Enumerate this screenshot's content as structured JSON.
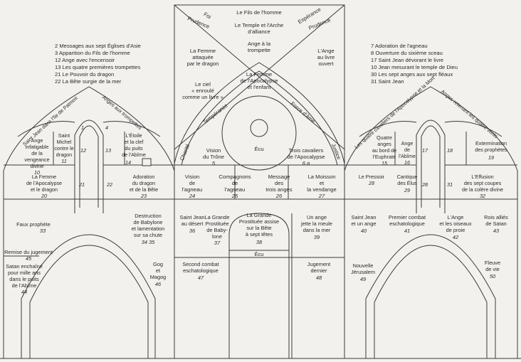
{
  "legend_left": [
    "2 Messages aux sept Églises d'Asie",
    "3 Apparition du Fils de l'homme",
    "12 Ange avec l'encensoir",
    "13 Les quatre premières trompettes",
    "21 Le Pouvoir du dragon",
    "22 La Bête surgie de la mer"
  ],
  "legend_right": [
    "7 Adoration de l'agneau",
    "8 Ouverture du sixième sceau",
    "17 Saint Jean dévorant le livre",
    "10 Jean mesurant le temple de Dieu",
    "30 Les sept anges aux sept fléaux",
    "31 Saint Jean"
  ],
  "center": {
    "top_title": "Le Fils de l'homme",
    "fol": "Foi",
    "esperance": "Espérance",
    "prudence": "Prudence",
    "prudence_r": "Prudence",
    "temple": [
      "Le Temple et l'Arche",
      "d'alliance"
    ],
    "ange_trompette": [
      "Ange à la",
      "trompette"
    ],
    "femme_dragon": [
      "La Femme",
      "attaquée",
      "par le dragon"
    ],
    "ange_livre": [
      "L'Ange",
      "au livre",
      "ouvert"
    ],
    "ciel": [
      "Le ciel",
      "« enroulé",
      "comme un livre »"
    ],
    "femme_apoc": [
      "La Femme",
      "de l'Apocalypse",
      "et l'enfant"
    ],
    "temperance": "Tempérance",
    "force": "Force d'âme",
    "charite": "Charité",
    "justice": "Justice",
    "ecu_circle": "Écu",
    "vision_trone": [
      "Vision",
      "du Trône",
      "5"
    ],
    "trois_cavaliers": [
      "Trois cavaliers",
      "de l'Apocalypse",
      "6 a"
    ]
  },
  "left_window": {
    "arc_left": "Saint Jean dans l'île de Patmos",
    "arc_right": "Anges aux trompettes",
    "num_1": "1",
    "num_4": "4",
    "ange_vengeance": [
      "Ange",
      "infatigable",
      "de la",
      "vengeance",
      "divine",
      "10"
    ],
    "saint_michel": [
      "Saint",
      "Michel",
      "contre le",
      "dragon",
      "11"
    ],
    "etoile": [
      "L'Étoile",
      "et la clef",
      "du puits",
      "de l'Abîme",
      "14"
    ],
    "num_12": "12",
    "num_13": "13",
    "num_21": "21",
    "num_22": "22",
    "femme_apoc_dragon": [
      "La Femme",
      "de l'Apocalypse",
      "et le dragon",
      "20"
    ],
    "adoration_dragon": [
      "Adoration",
      "du dragon",
      "et de la Bête",
      "23"
    ]
  },
  "right_window": {
    "arc_left": "Les quatre cavaliers de l'Apocalypse et la Mort",
    "arc_right": "Anges retenant les quatre vents",
    "quatre_anges": [
      "Quatre",
      "anges",
      "au bord de",
      "l'Euphrate",
      "15"
    ],
    "ange_abime": [
      "Ange",
      "de",
      "l'Abîme",
      "16"
    ],
    "extermination": [
      "Extermination",
      "des prophètes",
      "19"
    ],
    "num_17": "17",
    "num_18": "18",
    "num_28": "28",
    "num_31": "31",
    "pressoir": [
      "Le Pressoir",
      "28"
    ],
    "cantique": [
      "Cantique",
      "des Élus",
      "29"
    ],
    "effusion": [
      "L'Effusion",
      "des sept coupes",
      "de la colère divine",
      "32"
    ]
  },
  "mid_row": {
    "vision_agneau": [
      "Vision",
      "de",
      "l'agneau",
      "24"
    ],
    "compagnons": [
      "Compagnons",
      "de",
      "l'agneau",
      "25"
    ],
    "message": [
      "Message",
      "des",
      "trois anges",
      "26"
    ],
    "moisson": [
      "La Moisson",
      "et",
      "la vendange",
      "27"
    ]
  },
  "lower_center": {
    "saint_jean_desert": [
      "Saint Jean",
      "au désert",
      "36"
    ],
    "grande_prostituee_babylone": [
      "La Grande",
      "Prostituée",
      "de Baby-",
      "lone",
      "37"
    ],
    "grande_prostituee_bete": [
      "La Grande",
      "Prostituée assise",
      "sur la Bête",
      "à sept têtes",
      "38"
    ],
    "ange_meule": [
      "Un ange",
      "jette la meule",
      "dans la mer",
      "39"
    ],
    "ecu_lower": "Écu",
    "second_combat": [
      "Second combat",
      "eschatologique",
      "47"
    ],
    "jugement": [
      "Jugement",
      "dernier",
      "48"
    ]
  },
  "left_lower": {
    "faux_prophete": [
      "Faux prophète",
      "33"
    ],
    "destruction": [
      "Destruction",
      "de Babylone",
      "et lamentation",
      "sur sa chute",
      "34  35"
    ],
    "remise": [
      "Remise du jugement",
      "45"
    ],
    "satan_enchaine": [
      "Satan enchaîné",
      "pour mille ans",
      "dans le puits",
      "de l'Abîme",
      "44"
    ],
    "gog": [
      "Gog",
      "et",
      "Magog",
      "46"
    ]
  },
  "right_lower": {
    "saint_jean_ange": [
      "Saint Jean",
      "et un ange",
      "40"
    ],
    "premier_combat": [
      "Premier combat",
      "eschatologique",
      "41"
    ],
    "ange_oiseaux": [
      "L'Ange",
      "et les oiseaux",
      "de proie",
      "42"
    ],
    "rois_allies": [
      "Rois alliés",
      "de Satan",
      "43"
    ],
    "nouvelle_jerusalem": [
      "Nouvelle",
      "Jérusalem",
      "49"
    ],
    "fleuve": [
      "Fleuve",
      "de vie",
      "50"
    ]
  }
}
